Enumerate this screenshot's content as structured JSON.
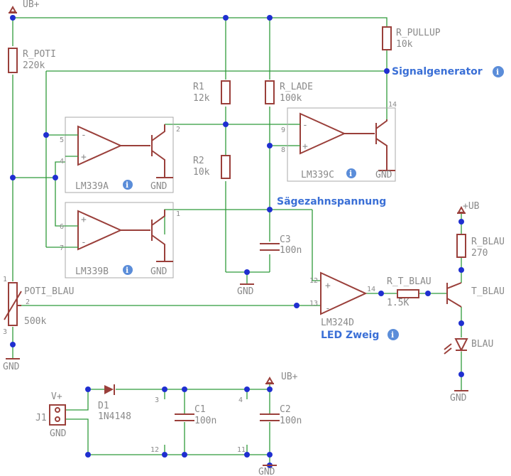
{
  "supply": {
    "ub_top": "UB+",
    "ub_right": "+UB",
    "ub_bottom": "UB+",
    "gnd": "GND"
  },
  "resistors": {
    "r_poti": {
      "name": "R_POTI",
      "value": "220k"
    },
    "r_pullup": {
      "name": "R_PULLUP",
      "value": "10k"
    },
    "r1": {
      "name": "R1",
      "value": "12k"
    },
    "r_lade": {
      "name": "R_LADE",
      "value": "100k"
    },
    "r2": {
      "name": "R2",
      "value": "10k"
    },
    "r_blau": {
      "name": "R_BLAU",
      "value": "270"
    },
    "r_t_blau": {
      "name": "R_T_BLAU",
      "value": "1.5K"
    }
  },
  "capacitors": {
    "c3": {
      "name": "C3",
      "value": "100n"
    },
    "c1": {
      "name": "C1",
      "value": "100n"
    },
    "c2": {
      "name": "C2",
      "value": "100n"
    }
  },
  "ics": {
    "a": "LM339A",
    "b": "LM339B",
    "c": "LM339C",
    "d": "LM324D"
  },
  "poti": {
    "name": "POTI_BLAU",
    "value": "500k",
    "pin1": "1",
    "pin2": "2",
    "pin3": "3"
  },
  "transistor": "T_BLAU",
  "led": "BLAU",
  "diode": {
    "name": "D1",
    "value": "1N4148"
  },
  "connector": {
    "name": "J1",
    "vplus": "V+",
    "gnd": "GND"
  },
  "nets": {
    "signal": "Signalgenerator",
    "saw": "Sägezahnspannung",
    "led": "LED Zweig"
  },
  "pins": {
    "a_minus": "5",
    "a_plus": "4",
    "a_out": "2",
    "b_plus": "6",
    "b_minus": "7",
    "b_out": "1",
    "c_minus": "9",
    "c_plus": "8",
    "c_out": "14",
    "d_plus": "12",
    "d_minus": "13",
    "d_out": "14",
    "pwr_3": "3",
    "pwr_12": "12",
    "pwr_4": "4",
    "pwr_11": "11"
  },
  "symbols": {
    "plus": "+",
    "minus": "-",
    "info": "i"
  }
}
